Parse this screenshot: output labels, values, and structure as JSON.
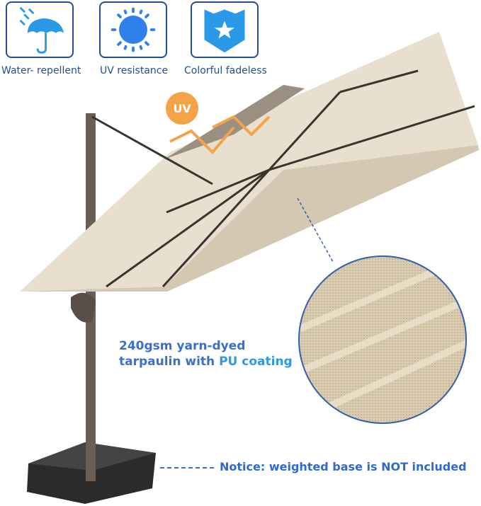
{
  "features": [
    {
      "icon": "umbrella-rain-icon",
      "label": "Water- repellent"
    },
    {
      "icon": "sun-icon",
      "label": "UV resistance"
    },
    {
      "icon": "shield-star-icon",
      "label": "Colorful fadeless"
    }
  ],
  "uv_badge": "UV",
  "fabric": {
    "line1": "240gsm yarn-dyed",
    "line2a": "tarpaulin with ",
    "line2b": "PU coating"
  },
  "notice": "Notice: weighted base is NOT included",
  "colors": {
    "accent": "#3a6fd0",
    "icon_blue": "#2a9ae8",
    "canopy": "#e5dccb",
    "frame": "#6b5e55",
    "uv": "#f4a347"
  }
}
